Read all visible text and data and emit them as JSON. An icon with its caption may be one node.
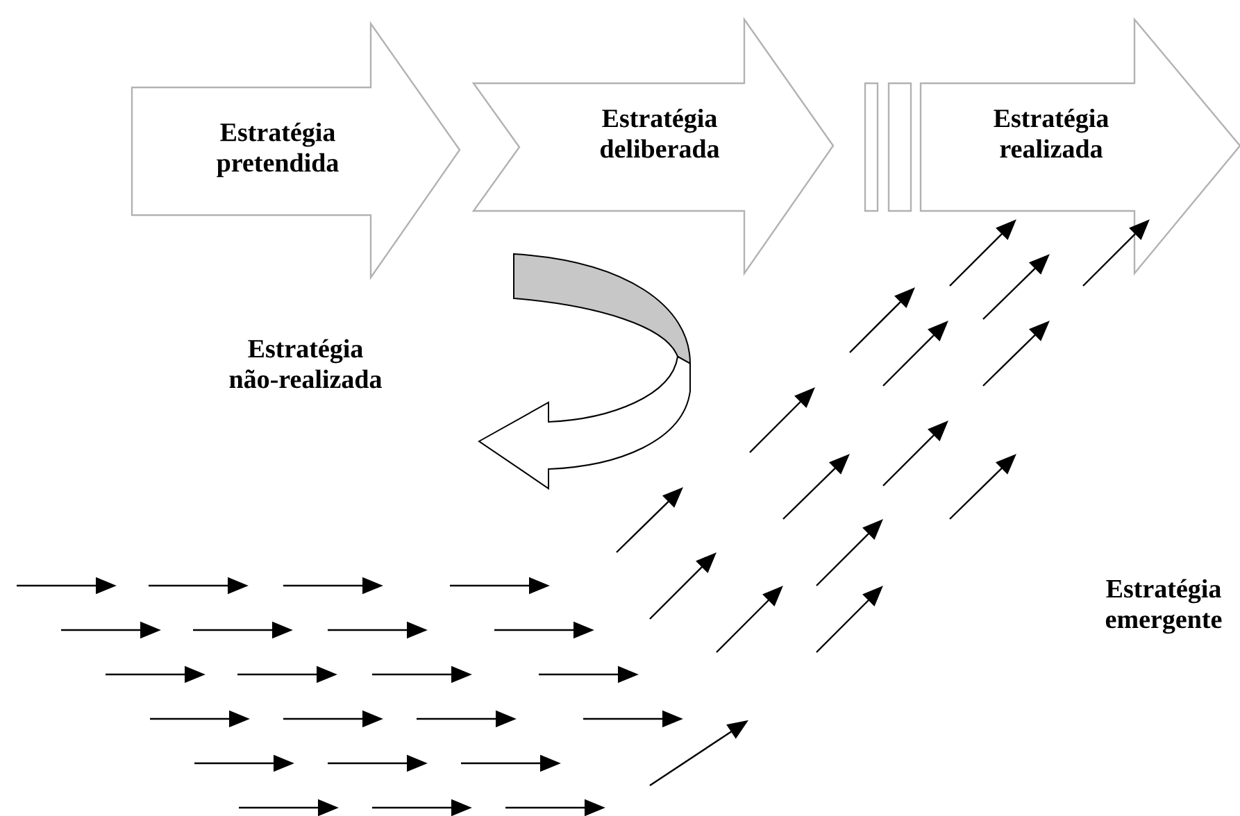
{
  "diagram": {
    "nodes": [
      {
        "text": [
          "Estratégia pretendida"
        ]
      },
      {
        "text": [
          "Estratégia deliberada"
        ]
      },
      {
        "text": [
          "Estratégia realizada"
        ]
      }
    ],
    "labels": [
      "Estratégia não-realizada",
      "Estratégia emergente"
    ]
  }
}
